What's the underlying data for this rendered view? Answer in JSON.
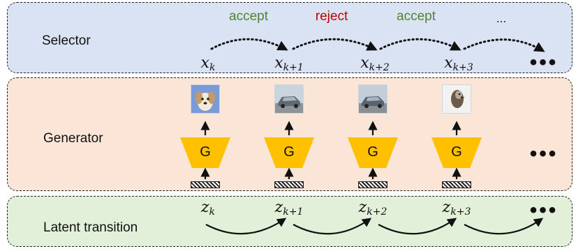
{
  "panels": {
    "selector": "Selector",
    "generator": "Generator",
    "latent": "Latent transition"
  },
  "actions": [
    {
      "label": "accept",
      "color": "#548235"
    },
    {
      "label": "reject",
      "color": "#c00000"
    },
    {
      "label": "accept",
      "color": "#548235"
    },
    {
      "label": "...",
      "color": "#111111"
    }
  ],
  "samples": [
    {
      "x_base": "x",
      "x_sub": "k",
      "z_base": "z",
      "z_sub": "k",
      "image": "puppy"
    },
    {
      "x_base": "x",
      "x_sub": "k+1",
      "z_base": "z",
      "z_sub": "k+1",
      "image": "car"
    },
    {
      "x_base": "x",
      "x_sub": "k+2",
      "z_base": "z",
      "z_sub": "k+2",
      "image": "car"
    },
    {
      "x_base": "x",
      "x_sub": "k+3",
      "z_base": "z",
      "z_sub": "k+3",
      "image": "ostrich"
    }
  ],
  "generator_label": "G",
  "generator_color": "#ffc000",
  "ellipsis": "•••"
}
